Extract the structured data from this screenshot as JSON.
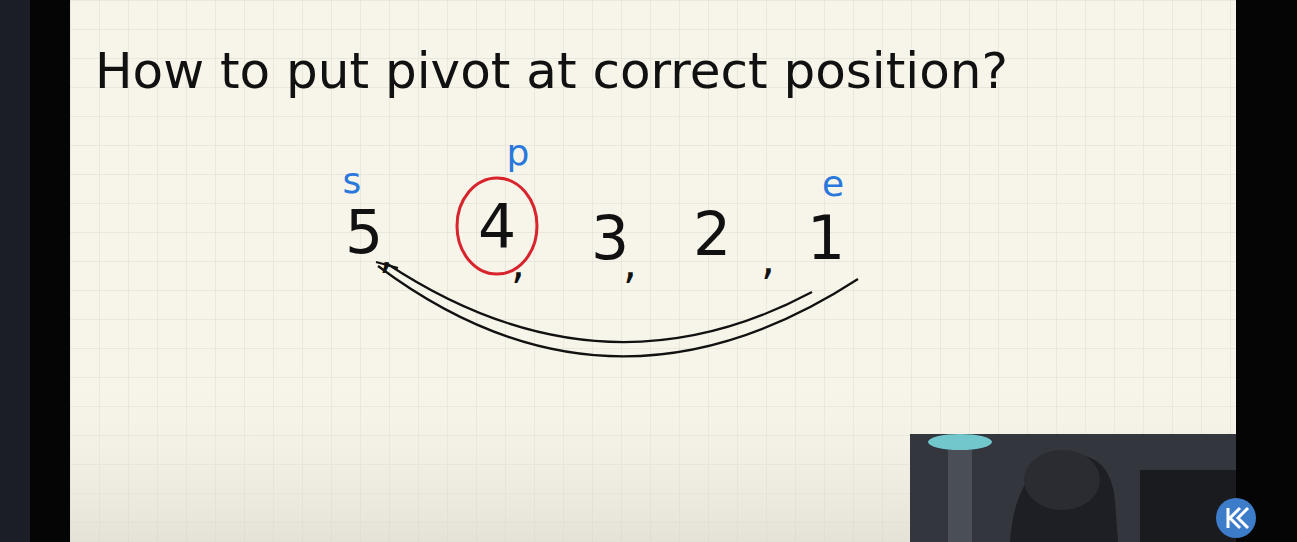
{
  "diagram": {
    "title": "How to put pivot at correct position?",
    "nodes": [
      {
        "text": [
          "4"
        ]
      }
    ],
    "labels": [
      "s",
      "p",
      "e",
      "5",
      ",",
      ",",
      "3",
      ",",
      "2",
      ",",
      "1"
    ]
  }
}
